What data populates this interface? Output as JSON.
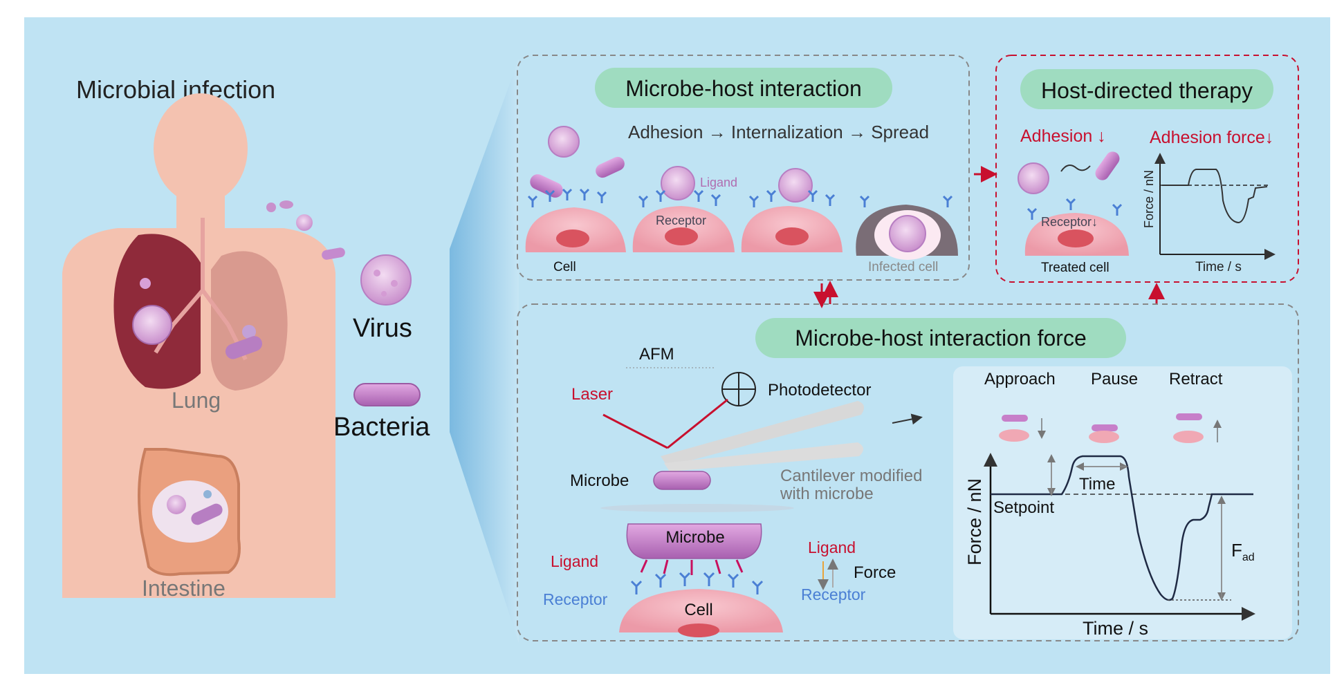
{
  "left": {
    "title": "Microbial infection",
    "lung_label": "Lung",
    "intestine_label": "Intestine",
    "virus_label": "Virus",
    "bacteria_label": "Bacteria"
  },
  "interaction": {
    "title": "Microbe-host interaction",
    "steps_label": "Adhesion  → Internalization → Spread",
    "ligand_label": "Ligand",
    "receptor_label": "Receptor",
    "cell_label": "Cell",
    "infected_cell_label": "Infected cell"
  },
  "therapy": {
    "title": "Host-directed therapy",
    "adhesion_label": "Adhesion ↓",
    "adhesion_force_label": "Adhesion force↓",
    "receptor_label": "Receptor↓",
    "treated_cell_label": "Treated cell",
    "y_axis_label": "Force / nN",
    "x_axis_label": "Time / s"
  },
  "force": {
    "title": "Microbe-host interaction force",
    "afm_label": "AFM",
    "laser_label": "Laser",
    "photodetector_label": "Photodetector",
    "microbe_label": "Microbe",
    "cantilever_line1": "Cantilever modified",
    "cantilever_line2": "with microbe",
    "microbe_box_label": "Microbe",
    "ligand_left_label": "Ligand",
    "receptor_left_label": "Receptor",
    "cell_label": "Cell",
    "ligand_right_label": "Ligand",
    "force_label": "Force",
    "receptor_right_label": "Receptor"
  },
  "curve": {
    "approach_label": "Approach",
    "pause_label": "Pause",
    "retract_label": "Retract",
    "time_label": "Time",
    "setpoint_label": "Setpoint",
    "fad_label": "F",
    "fad_sub": "ad",
    "y_axis_label": "Force / nN",
    "x_axis_label": "Time / s"
  },
  "colors": {
    "background": "#bfe3f3",
    "pill_green": "#9fdcc0",
    "accent_red": "#c8102e",
    "cell_pink": "#f0a8b4",
    "nucleus": "#d9535f",
    "microbe_purple": "#c77fc9",
    "skin": "#f4c2b0",
    "receptor_blue": "#4a7fd4"
  }
}
